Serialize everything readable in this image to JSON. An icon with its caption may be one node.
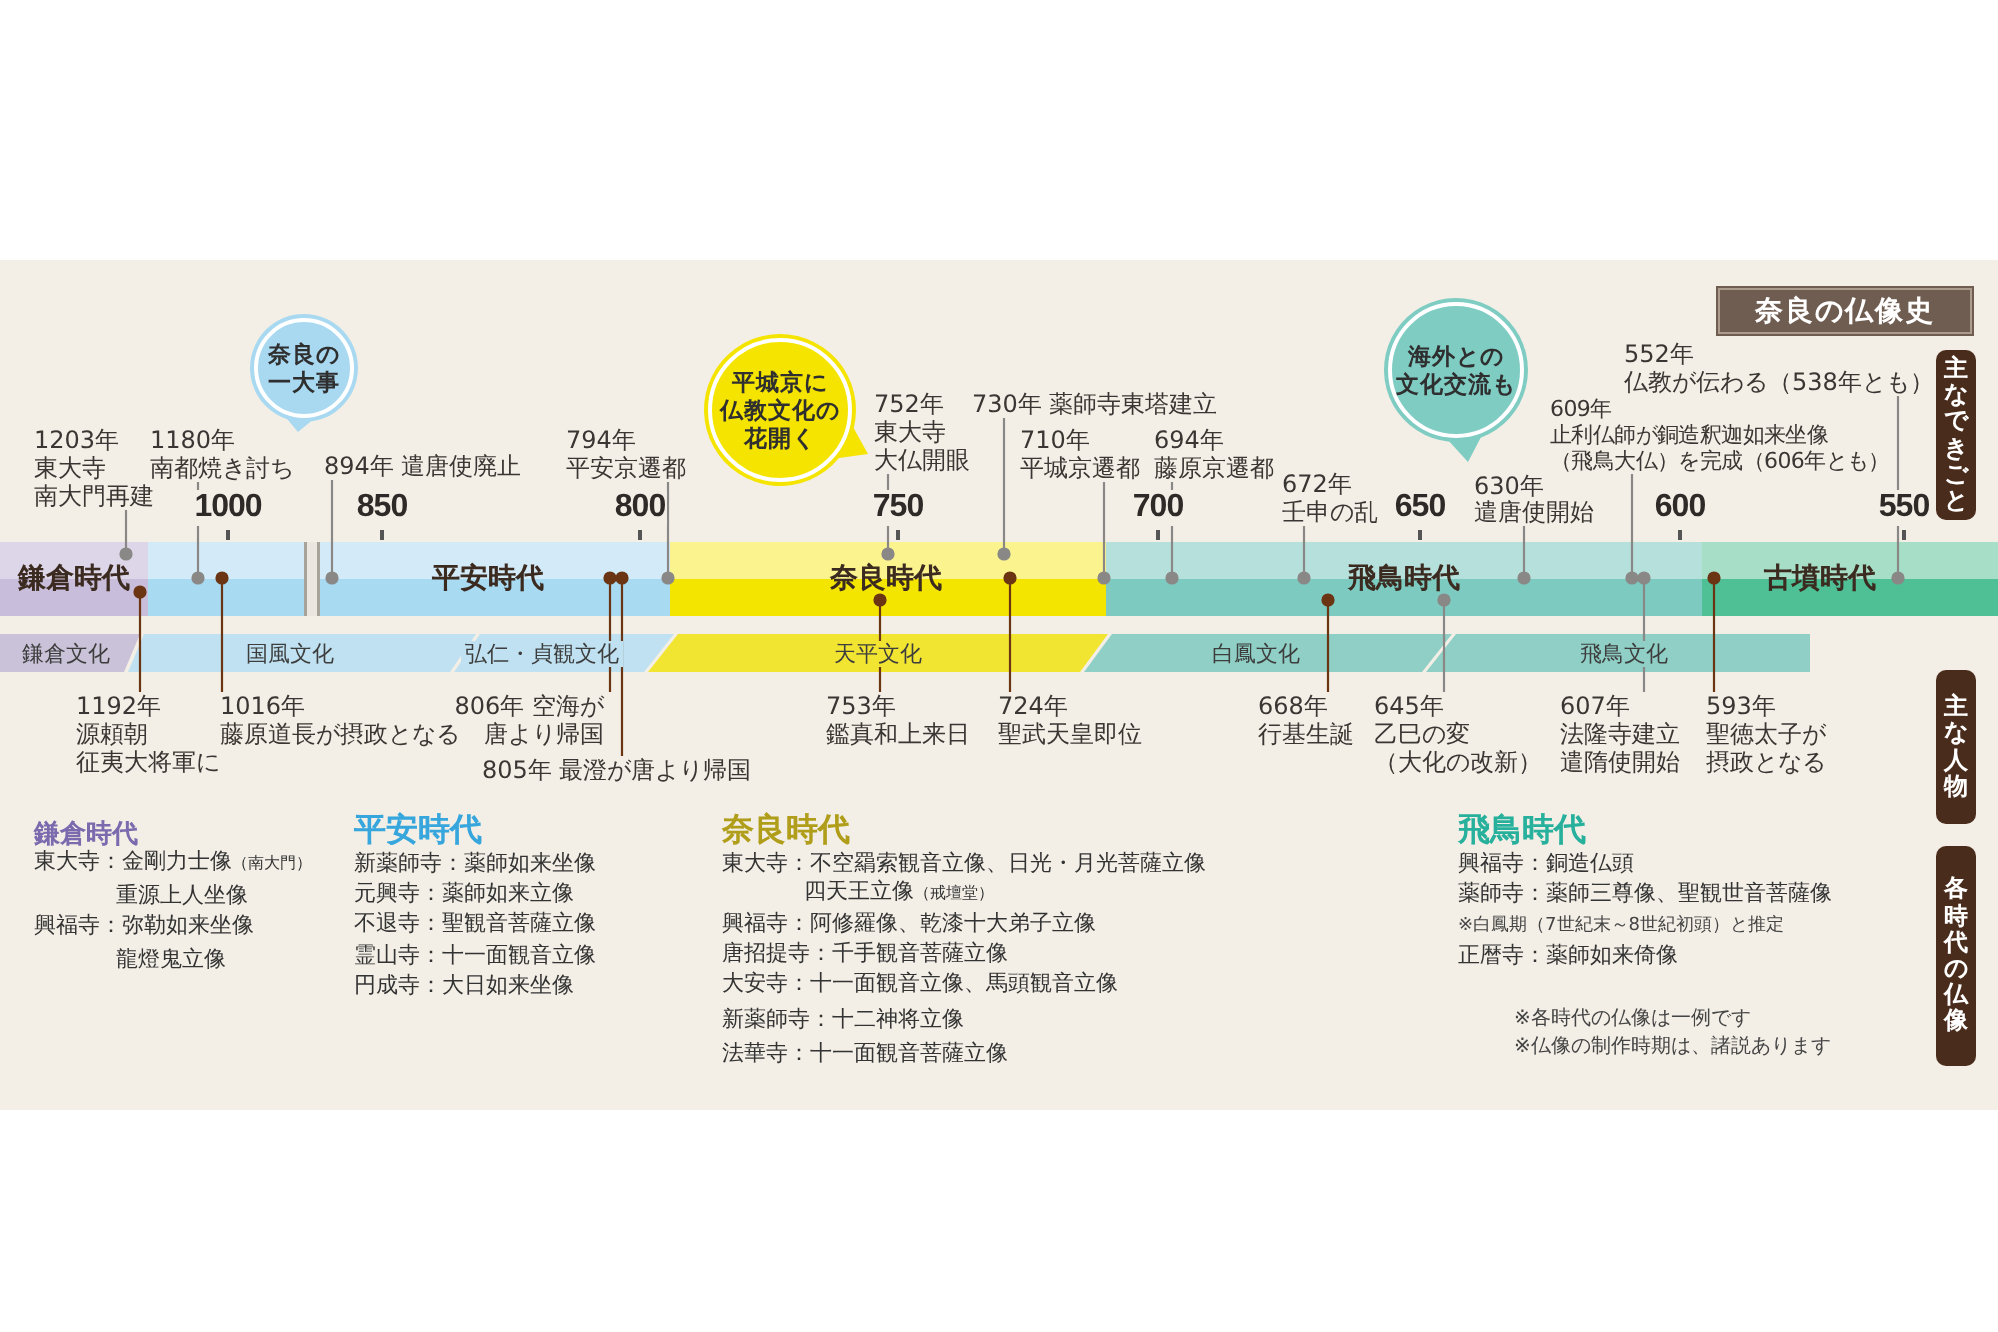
{
  "diagram": {
    "title": "奈良の仏像史",
    "nodes": [
      {
        "text": [
          "1203年東大寺南大門再建"
        ]
      },
      {
        "text": [
          "1180年南都焼き討ち"
        ]
      },
      {
        "text": [
          "奈良の一大事"
        ]
      },
      {
        "text": [
          "894年 遣唐使廃止"
        ]
      },
      {
        "text": [
          "794年平安京遷都"
        ]
      },
      {
        "text": [
          "平城京に仏教文化の花開く"
        ]
      },
      {
        "text": [
          "752年東大寺大仏開眼"
        ]
      },
      {
        "text": [
          "730年 薬師寺東塔建立"
        ]
      },
      {
        "text": [
          "710年平城京遷都"
        ]
      },
      {
        "text": [
          "694年藤原京遷都"
        ]
      },
      {
        "text": [
          "672年壬申の乱"
        ]
      },
      {
        "text": [
          "海外との文化交流も"
        ]
      },
      {
        "text": [
          "630年遣唐使開始"
        ]
      },
      {
        "text": [
          "609年止利仏師が銅造釈迦如来坐像（飛鳥大仏）を完成（606年とも）"
        ]
      },
      {
        "text": [
          "552年仏教が伝わる（538年とも）"
        ]
      },
      {
        "text": [
          "主なできごと"
        ]
      },
      {
        "text": [
          "鎌倉時代"
        ]
      },
      {
        "text": [],
        "shape": "bar"
      },
      {
        "text": [
          "平安時代"
        ]
      },
      {
        "text": [
          "奈良時代"
        ]
      },
      {
        "text": [
          "飛鳥時代"
        ]
      },
      {
        "text": [
          "古墳時代"
        ]
      },
      {
        "text": [
          "鎌倉文化"
        ]
      },
      {
        "text": [
          "国風文化"
        ]
      },
      {
        "text": [
          "弘仁・貞観文化"
        ]
      },
      {
        "text": [
          "天平文化"
        ]
      },
      {
        "text": [
          "白鳳文化"
        ]
      },
      {
        "text": [
          "飛鳥文化"
        ]
      },
      {
        "text": [
          "1192年源頼朝征夷大将軍に"
        ]
      },
      {
        "text": [
          "1016年藤原道長が摂政となる"
        ]
      },
      {
        "text": [
          "806年 空海が唐より帰国"
        ]
      },
      {
        "text": [
          "805年 最澄が唐より帰国"
        ]
      },
      {
        "text": [
          "753年鑑真和上来日"
        ]
      },
      {
        "text": [
          "724年聖武天皇即位"
        ]
      },
      {
        "text": [
          "668年行基生誕"
        ]
      },
      {
        "text": [
          "645年乙巳の変（大化の改新）"
        ]
      },
      {
        "text": [
          "607年法隆寺建立遣隋使開始"
        ]
      },
      {
        "text": [
          "593年聖徳太子が摂政となる"
        ]
      },
      {
        "text": [
          "主な人物"
        ]
      },
      {
        "text": [
          "各時代の仏像"
        ]
      }
    ],
    "edges": [
      {
        "from": 0,
        "to": 16,
        "arrow": "other"
      },
      {
        "from": 1,
        "to": 17,
        "arrow": "other"
      },
      {
        "from": 3,
        "to": 18,
        "arrow": "other"
      },
      {
        "from": 4,
        "to": 18,
        "arrow": "other"
      },
      {
        "from": 6,
        "to": 19,
        "arrow": "other"
      },
      {
        "from": 7,
        "to": 19,
        "arrow": "other"
      },
      {
        "from": 8,
        "to": 19,
        "arrow": "other"
      },
      {
        "from": 9,
        "to": 20,
        "arrow": "other"
      },
      {
        "from": 10,
        "to": 20,
        "arrow": "other"
      },
      {
        "from": 12,
        "to": 20,
        "arrow": "other"
      },
      {
        "from": 13,
        "to": 20,
        "arrow": "other"
      },
      {
        "from": 14,
        "to": 21,
        "arrow": "other"
      },
      {
        "from": 28,
        "to": 16,
        "arrow": "other",
        "color": "#6b3412"
      },
      {
        "from": 29,
        "to": 17,
        "arrow": "other",
        "color": "#6b3412"
      },
      {
        "from": 30,
        "to": 18,
        "arrow": "other",
        "color": "#6b3412"
      },
      {
        "from": 31,
        "to": 18,
        "arrow": "other",
        "color": "#6b3412"
      },
      {
        "from": 32,
        "to": 19,
        "arrow": "other",
        "color": "#6b3412"
      },
      {
        "from": 33,
        "to": 19,
        "arrow": "other",
        "color": "#6b3412"
      },
      {
        "from": 34,
        "to": 20,
        "arrow": "other",
        "color": "#6b3412"
      },
      {
        "from": 35,
        "to": 20,
        "arrow": "other"
      },
      {
        "from": 36,
        "to": 20,
        "arrow": "other"
      },
      {
        "from": 37,
        "to": 21,
        "arrow": "other",
        "color": "#6b3412"
      }
    ],
    "labels": [
      "1000",
      "850",
      "800",
      "750",
      "700",
      "650",
      "600",
      "550",
      "鎌倉時代",
      "東大寺：金剛力士像",
      "（南大門）",
      "重源上人坐像",
      "興福寺：弥勒如来坐像",
      "龍燈鬼立像",
      "平安時代",
      "新薬師寺：薬師如来坐像",
      "元興寺：薬師如来立像",
      "不退寺：聖観音菩薩立像",
      "霊山寺：十一面観音立像",
      "円成寺：大日如来坐像",
      "奈良時代",
      "東大寺：不空羂索観音立像、日光・月光菩薩立像",
      "四天王立像",
      "（戒壇堂）",
      "興福寺：阿修羅像、乾漆十大弟子立像",
      "唐招提寺：千手観音菩薩立像",
      "大安寺：十一面観音立像、馬頭観音立像",
      "新薬師寺：十二神将立像",
      "法華寺：十一面観音菩薩立像",
      "飛鳥時代",
      "興福寺：銅造仏頭",
      "薬師寺：薬師三尊像、聖観世音菩薩像",
      "※白鳳期（7世紀末～8世紀初頭）と推定",
      "正暦寺：薬師如来倚像",
      "※各時代の仏像は一例です",
      "※仏像の制作時期は、諸説あります"
    ]
  }
}
